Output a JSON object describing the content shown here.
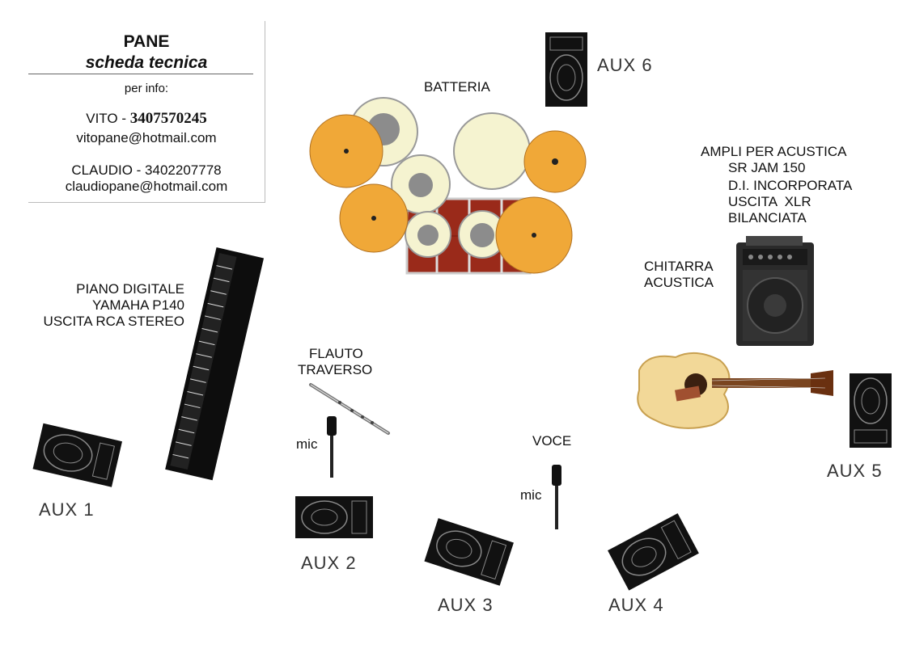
{
  "header": {
    "title": "PANE",
    "subtitle": "scheda tecnica",
    "info_label": "per info:",
    "vito_name": "VITO - ",
    "vito_phone": "3407570245",
    "vito_email": "vitopane@hotmail.com",
    "claudio_line": "CLAUDIO - 3402207778",
    "claudio_email": "claudiopane@hotmail.com"
  },
  "labels": {
    "batteria": "BATTERIA",
    "ampli": [
      "AMPLI PER ACUSTICA",
      "SR JAM 150",
      "D.I. INCORPORATA",
      "USCITA  XLR",
      "BILANCIATA"
    ],
    "chitarra": [
      "CHITARRA",
      "ACUSTICA"
    ],
    "piano": [
      "PIANO DIGITALE",
      "YAMAHA P140",
      "USCITA RCA STEREO"
    ],
    "flauto": [
      "FLAUTO",
      "TRAVERSO"
    ],
    "voce": "VOCE",
    "mic_flauto": "mic",
    "mic_voce": "mic"
  },
  "aux": {
    "aux1": "AUX 1",
    "aux2": "AUX 2",
    "aux3": "AUX 3",
    "aux4": "AUX 4",
    "aux5": "AUX 5",
    "aux6": "AUX 6"
  },
  "colors": {
    "cymbal": "#f0a838",
    "drumhead": "#f5f3d0",
    "drumcenter": "#8c8c8c",
    "kickshell": "#9a2a1a",
    "monitor": "#111111",
    "guitar_body": "#f2d898",
    "guitar_neck": "#7a4520"
  }
}
